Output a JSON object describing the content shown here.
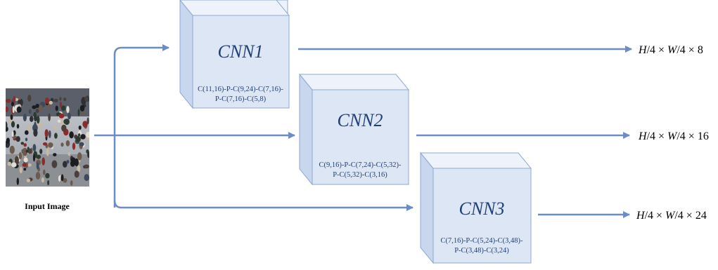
{
  "input": {
    "label": "Input Image",
    "image_description_icon": "crowd-photo"
  },
  "cnns": [
    {
      "title": "CNN1",
      "layers_line1": "C(11,16)-P-C(9,24)-C(7,16)-",
      "layers_line2": "P-C(7,16)-C(5,8)",
      "output_prefix": "H",
      "output_mid": "/4 × ",
      "output_w": "W",
      "output_suffix": "/4 × 8"
    },
    {
      "title": "CNN2",
      "layers_line1": "C(9,16)-P-C(7,24)-C(5,32)-",
      "layers_line2": "P-C(5,32)-C(3,16)",
      "output_prefix": "H",
      "output_mid": "/4 × ",
      "output_w": "W",
      "output_suffix": "/4 × 16"
    },
    {
      "title": "CNN3",
      "layers_line1": "C(7,16)-P-C(5,24)-C(3,48)-",
      "layers_line2": "P-C(3,48)-C(3,24)",
      "output_prefix": "H",
      "output_mid": "/4 × ",
      "output_w": "W",
      "output_suffix": "/4 × 24"
    }
  ],
  "colors": {
    "box_front": "#dce6f5",
    "box_top": "#eef3fb",
    "box_side": "#c8d6ee",
    "box_edge": "#8fa8d2",
    "arrow": "#6b8cc4",
    "title_text": "#1f3f77"
  }
}
